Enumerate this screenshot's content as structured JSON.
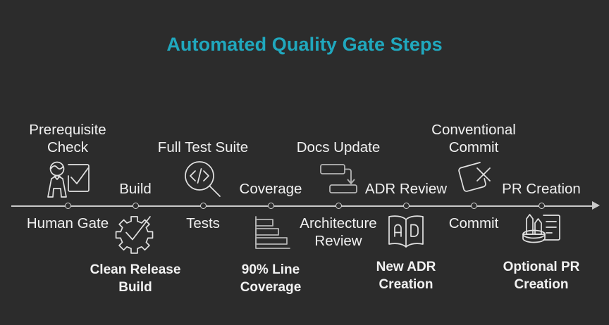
{
  "page": {
    "title": "Automated Quality Gate Steps",
    "background_color": "#2c2c2c",
    "title_color": "#20a8be",
    "text_color": "#f0f0f0",
    "line_color": "#c9c9c9"
  },
  "timeline": {
    "orientation": "horizontal",
    "direction": "left-to-right",
    "node_count": 8,
    "arrow_end": "right"
  },
  "milestones": [
    {
      "index": 1,
      "side": "above",
      "headline": "Prerequisite\nCheck",
      "icon": "person-checkbox-icon",
      "axis_label": "Human Gate",
      "caption": ""
    },
    {
      "index": 2,
      "side": "below",
      "headline": "Build",
      "icon": "gear-check-icon",
      "axis_label": "Build",
      "caption": "Clean Release\nBuild"
    },
    {
      "index": 3,
      "side": "above",
      "headline": "Full Test Suite",
      "icon": "code-magnifier-icon",
      "axis_label": "Tests",
      "caption": ""
    },
    {
      "index": 4,
      "side": "below",
      "headline": "Coverage",
      "icon": "bar-chart-icon",
      "axis_label": "Coverage",
      "caption": "90% Line\nCoverage"
    },
    {
      "index": 5,
      "side": "above",
      "headline": "Docs Update",
      "icon": "document-update-arrow-icon",
      "axis_label": "Architecture\nReview",
      "caption": ""
    },
    {
      "index": 6,
      "side": "below",
      "headline": "ADR Review",
      "icon": "open-book-adr-icon",
      "axis_label": "ADR Review",
      "caption": "New ADR\nCreation"
    },
    {
      "index": 7,
      "side": "above",
      "headline": "Conventional\nCommit",
      "icon": "tilted-square-x-icon",
      "axis_label": "Commit",
      "caption": ""
    },
    {
      "index": 8,
      "side": "below",
      "headline": "PR Creation",
      "icon": "pens-document-icon",
      "axis_label": "PR Creation",
      "caption": "Optional PR\nCreation"
    }
  ]
}
